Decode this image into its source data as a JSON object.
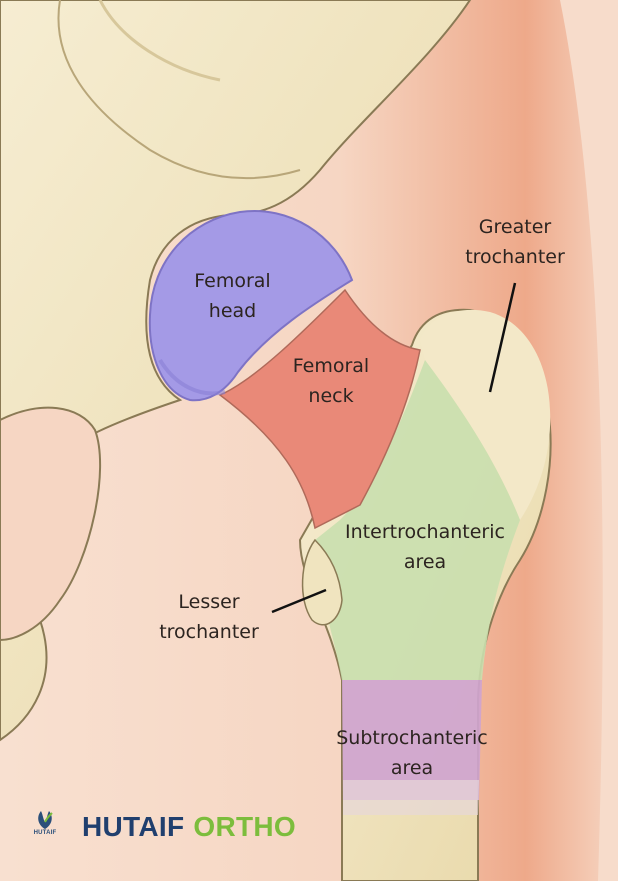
{
  "labels": {
    "femoral_head": [
      "Femoral",
      "head"
    ],
    "femoral_neck": [
      "Femoral",
      "neck"
    ],
    "greater_trochanter": [
      "Greater",
      "trochanter"
    ],
    "intertrochanteric": [
      "Intertrochanteric",
      "area"
    ],
    "lesser_trochanter": [
      "Lesser",
      "trochanter"
    ],
    "subtrochanteric": [
      "Subtrochanteric",
      "area"
    ]
  },
  "brand": {
    "logo_text": "HUTAIF",
    "name_part1": "HUTAIF",
    "name_part2": "ORTHO"
  },
  "colors": {
    "femoral_head": "#a49ae6",
    "femoral_neck": "#e98978",
    "intertrochanteric": "#c9dfae",
    "subtrochanteric": "#cfa4cf",
    "bone": "#f1e6c3",
    "skin": "#f6d6c3",
    "brand_blue": "#203f6e",
    "brand_green": "#7cbd3c"
  }
}
